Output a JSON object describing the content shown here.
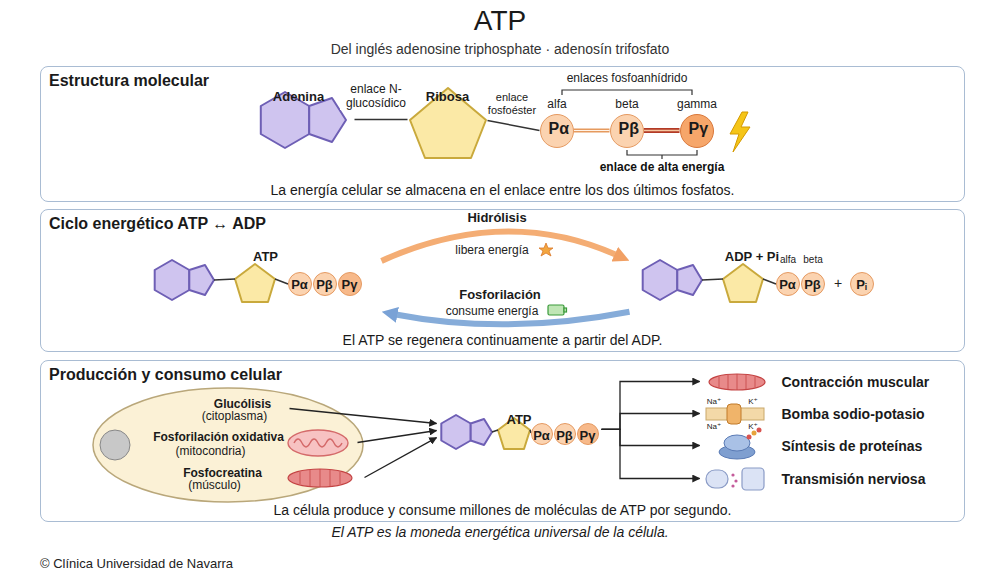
{
  "diagram": {
    "title": "ATP",
    "caption": "El ATP es la moneda energética universal de la célula.",
    "nodes": [
      {
        "text": [
          "Estructura molecular",
          "La energía celular se almacena en el enlace entre los dos últimos fosfatos."
        ]
      },
      {
        "text": [
          "Adenina"
        ],
        "in": 0
      },
      {
        "text": [
          "Ribosa"
        ],
        "in": 0
      },
      {
        "text": [
          "Pα"
        ],
        "in": 0
      },
      {
        "text": [
          "Pβ"
        ],
        "in": 0
      },
      {
        "text": [
          "Pγ"
        ],
        "in": 0
      },
      {
        "text": [
          "Ciclo energético ATP ↔ ADP",
          "El ATP se regenera continuamente a partir del ADP."
        ]
      },
      {
        "text": [
          "ATP"
        ],
        "in": 6
      },
      {
        "text": [
          "Pα"
        ],
        "in": 7
      },
      {
        "text": [
          "Pβ"
        ],
        "in": 7
      },
      {
        "text": [
          "Pγ"
        ],
        "in": 7
      },
      {
        "text": [
          "ADP + Pi"
        ],
        "in": 6
      },
      {
        "text": [
          "Pα"
        ],
        "in": 11
      },
      {
        "text": [
          "Pβ"
        ],
        "in": 11
      },
      {
        "text": [
          "Pᵢ"
        ],
        "in": 11
      },
      {
        "text": [
          "Producción y consumo celular",
          "La célula produce y consume millones de moléculas de ATP por segundo."
        ]
      },
      {
        "text": [
          "Glucólisis",
          "(citoplasma)"
        ],
        "in": 15
      },
      {
        "text": [
          "Fosforilación oxidativa",
          "(mitocondria)"
        ],
        "in": 15
      },
      {
        "text": [
          "Fosfocreatina",
          "(músculo)"
        ],
        "in": 15
      },
      {
        "text": [
          "ATP"
        ],
        "in": 15
      },
      {
        "text": [
          "Pα"
        ],
        "in": 19
      },
      {
        "text": [
          "Pβ"
        ],
        "in": 19
      },
      {
        "text": [
          "Pγ"
        ],
        "in": 19
      },
      {
        "text": [
          "Contracción muscular"
        ],
        "in": 15
      },
      {
        "text": [
          "Bomba sodio-potasio"
        ],
        "in": 15
      },
      {
        "text": [
          "Síntesis de proteínas"
        ],
        "in": 15
      },
      {
        "text": [
          "Transmisión nerviosa"
        ],
        "in": 15
      }
    ],
    "edges": [
      {
        "from": 1,
        "to": 2,
        "arrow": "none",
        "label": "enlace N-glucosídico"
      },
      {
        "from": 2,
        "to": 3,
        "arrow": "none",
        "label": "enlace fosfoéster"
      },
      {
        "from": 3,
        "to": 4,
        "arrow": "none"
      },
      {
        "from": 4,
        "to": 5,
        "arrow": "none"
      },
      {
        "from": 7,
        "to": 11,
        "arrow": "to",
        "label": "Hidrólisis"
      },
      {
        "from": 11,
        "to": 7,
        "arrow": "to",
        "label": "Fosforilación"
      },
      {
        "from": 16,
        "to": 19,
        "arrow": "to"
      },
      {
        "from": 17,
        "to": 19,
        "arrow": "to"
      },
      {
        "from": 18,
        "to": 19,
        "arrow": "to"
      },
      {
        "from": 19,
        "to": 23,
        "arrow": "to"
      },
      {
        "from": 19,
        "to": 24,
        "arrow": "to"
      },
      {
        "from": 19,
        "to": 25,
        "arrow": "to"
      },
      {
        "from": 19,
        "to": 26,
        "arrow": "to"
      }
    ],
    "labels": [
      "Del inglés adenosine triphosphate · adenosín trifosfato",
      "enlaces fosfoanhídrido",
      "alfa",
      "beta",
      "gamma",
      "enlace de alta energía",
      "libera energía",
      "consume energía",
      "alfa",
      "beta",
      "+",
      "Na⁺",
      "K⁺",
      "Na⁺",
      "K⁺",
      "© Clínica Universidad de Navarra"
    ]
  }
}
